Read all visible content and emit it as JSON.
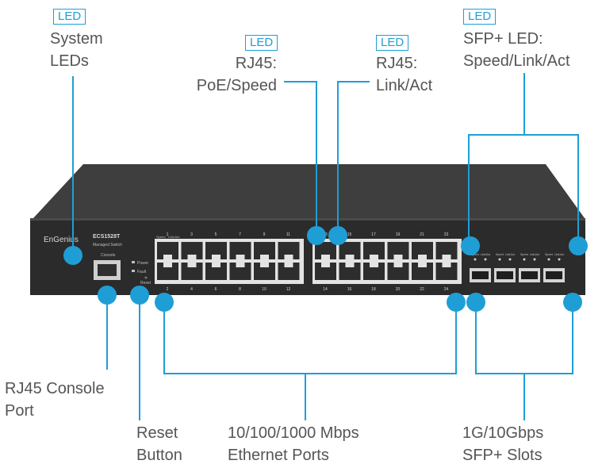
{
  "colors": {
    "accent": "#1f9ed6",
    "text": "#555555",
    "chassis_top": "#3e3e3e",
    "chassis_front": "#2b2b2b"
  },
  "badges": {
    "system_leds": "LED",
    "rj45_poe": "LED",
    "rj45_link": "LED",
    "sfp_led": "LED"
  },
  "callouts": {
    "system_leds": [
      "System",
      "LEDs"
    ],
    "rj45_poe_speed": [
      "RJ45:",
      "PoE/Speed"
    ],
    "rj45_link_act": [
      "RJ45:",
      "Link/Act"
    ],
    "sfp_led": [
      "SFP+ LED:",
      "Speed/Link/Act"
    ],
    "console_port": [
      "RJ45 Console",
      "Port"
    ],
    "reset_button": [
      "Reset",
      "Button"
    ],
    "ethernet_ports": [
      "10/100/1000 Mbps",
      "Ethernet Ports"
    ],
    "sfp_slots": [
      "1G/10Gbps",
      "SFP+ Slots"
    ]
  },
  "device": {
    "brand": "EnGenius",
    "model": "ECS1528T",
    "subtitle": "Managed Switch",
    "console_label": "Console",
    "led_power": "Power",
    "led_fault": "Fault",
    "reset_label": "Reset",
    "speed_label": "Speed",
    "linkact_label": "Link/Act",
    "top_port_numbers": [
      "1",
      "3",
      "5",
      "7",
      "9",
      "11",
      "13",
      "15",
      "17",
      "19",
      "21",
      "23"
    ],
    "bottom_port_numbers": [
      "2",
      "4",
      "6",
      "8",
      "10",
      "12",
      "14",
      "16",
      "18",
      "20",
      "22",
      "24"
    ],
    "sfp_labels": [
      "Speed",
      "Link/Act",
      "Speed",
      "Link/Act",
      "Speed",
      "Link/Act",
      "Speed",
      "Link/Act"
    ]
  }
}
